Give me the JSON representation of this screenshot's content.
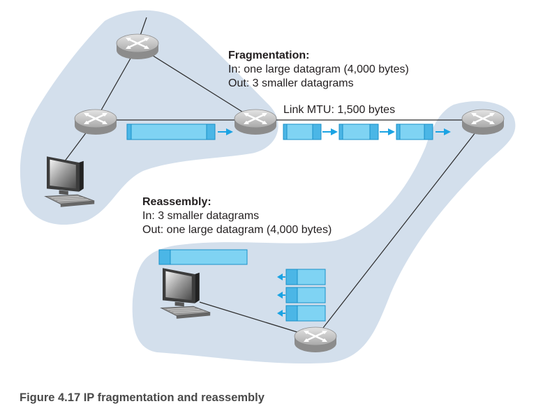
{
  "fragmentation": {
    "title": "Fragmentation:",
    "in_text": "In: one large datagram (4,000 bytes)",
    "out_text": "Out: 3 smaller datagrams"
  },
  "link": {
    "mtu_text": "Link MTU: 1,500 bytes"
  },
  "reassembly": {
    "title": "Reassembly:",
    "in_text": "In: 3 smaller datagrams",
    "out_text": "Out: one large datagram (4,000 bytes)"
  },
  "caption": "Figure 4.17 IP fragmentation and reassembly",
  "colors": {
    "cloud": "#d3dfec",
    "datagram": "#7fd3f3",
    "arrow": "#1ba3e3",
    "router": "#b5b5b5",
    "caption": "#4a4a4a"
  }
}
